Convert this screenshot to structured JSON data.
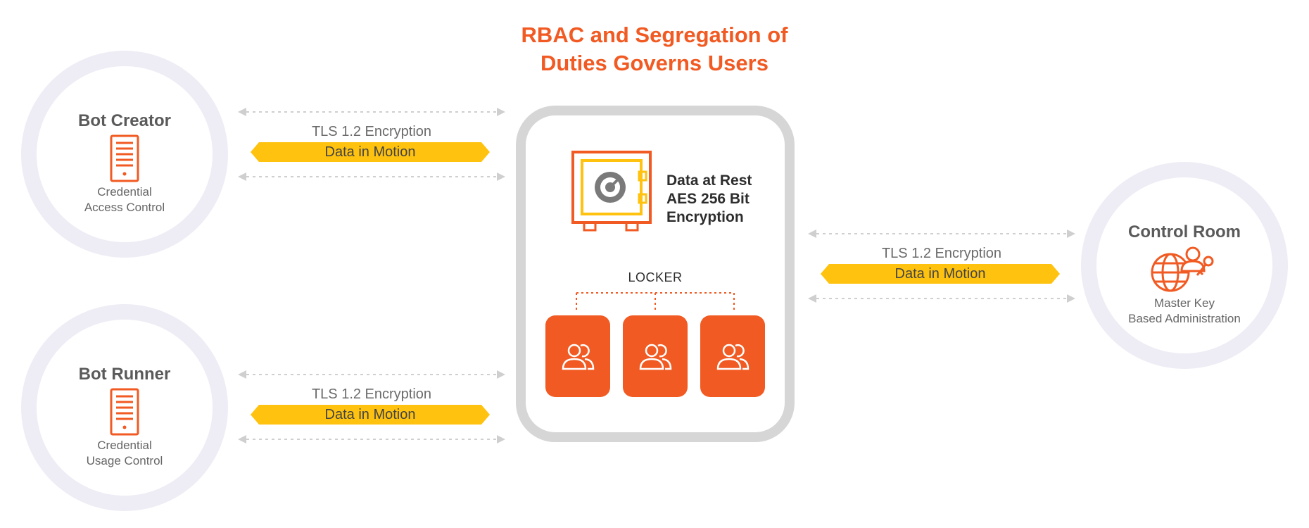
{
  "title": {
    "line1": "RBAC and Segregation of",
    "line2": "Duties Governs Users"
  },
  "nodes": {
    "bot_creator": {
      "title": "Bot Creator",
      "sub1": "Credential",
      "sub2": "Access Control",
      "icon": "server-icon"
    },
    "bot_runner": {
      "title": "Bot Runner",
      "sub1": "Credential",
      "sub2": "Usage Control",
      "icon": "server-icon"
    },
    "control_room": {
      "title": "Control Room",
      "sub1": "Master Key",
      "sub2": "Based Administration",
      "icon": "globe-user-key-icon"
    }
  },
  "connections": {
    "creator": {
      "tls": "TLS 1.2 Encryption",
      "band": "Data in Motion"
    },
    "runner": {
      "tls": "TLS 1.2 Encryption",
      "band": "Data in Motion"
    },
    "control": {
      "tls": "TLS 1.2 Encryption",
      "band": "Data in Motion"
    }
  },
  "vault": {
    "rest_line1": "Data at Rest",
    "rest_line2": "AES 256 Bit",
    "rest_line3": "Encryption",
    "locker_label": "LOCKER",
    "icons": [
      "safe-icon",
      "users-icon",
      "users-icon",
      "users-icon"
    ]
  },
  "colors": {
    "accent": "#f15a22",
    "band": "#ffc20e",
    "safe_inner": "#ffd35c",
    "ring": "#eeedf5",
    "vault_border": "#d6d6d6"
  }
}
